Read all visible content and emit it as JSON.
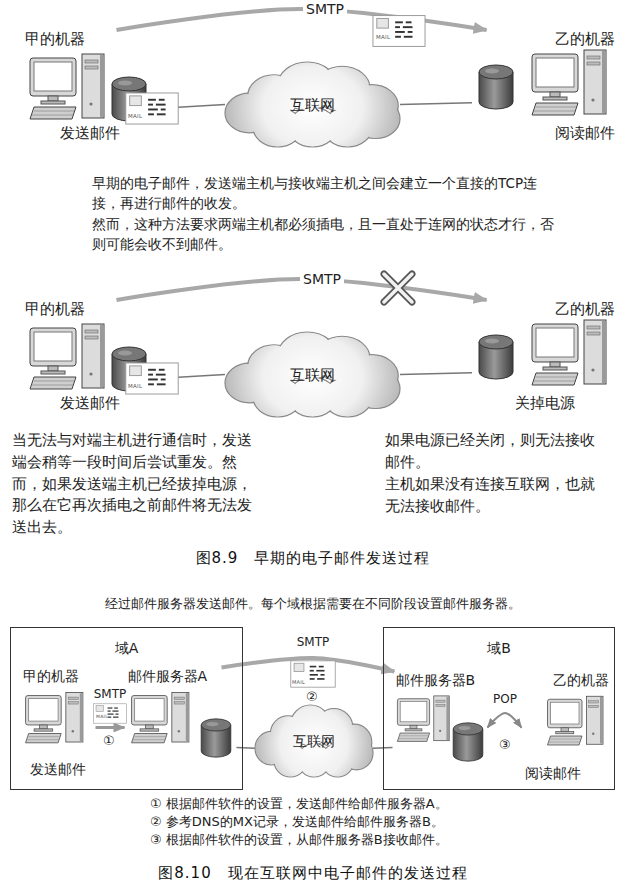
{
  "diagram": {
    "nodes": [
      {
        "text": [
          "甲的机器",
          "发送邮件"
        ]
      },
      {
        "text": [
          "互联网"
        ]
      },
      {
        "text": [
          "乙的机器",
          "阅读邮件"
        ]
      },
      {
        "text": [
          "甲的机器",
          "发送邮件"
        ]
      },
      {
        "text": [
          "互联网"
        ]
      },
      {
        "text": [
          "乙的机器",
          "关掉电源"
        ]
      },
      {
        "text": [
          "域A"
        ]
      },
      {
        "text": [
          "甲的机器",
          "发送邮件"
        ],
        "in": 6
      },
      {
        "text": [
          "邮件服务器A"
        ],
        "in": 6
      },
      {
        "text": [
          "互联网"
        ]
      },
      {
        "text": [
          "域B"
        ]
      },
      {
        "text": [
          "邮件服务器B"
        ],
        "in": 10
      },
      {
        "text": [
          "乙的机器",
          "阅读邮件"
        ],
        "in": 10
      }
    ],
    "edges": [
      {
        "from": 0,
        "to": 2,
        "label": "SMTP",
        "arrow": "to"
      },
      {
        "from": 0,
        "to": 1,
        "arrow": "none"
      },
      {
        "from": 1,
        "to": 2,
        "arrow": "none"
      },
      {
        "from": 3,
        "to": 5,
        "label": "SMTP",
        "arrow": "to"
      },
      {
        "from": 3,
        "to": 4,
        "arrow": "none"
      },
      {
        "from": 4,
        "to": 5,
        "arrow": "none"
      },
      {
        "from": 7,
        "to": 8,
        "label": "SMTP",
        "arrow": "to"
      },
      {
        "from": 8,
        "to": 11,
        "label": "SMTP",
        "arrow": "to"
      },
      {
        "from": 8,
        "to": 9,
        "arrow": "none"
      },
      {
        "from": 9,
        "to": 11,
        "arrow": "none"
      },
      {
        "from": 12,
        "to": 11,
        "label": "POP",
        "arrow": "both"
      }
    ],
    "labels": [
      "MAIL",
      "MAIL",
      "早期的电子邮件，发送端主机与接收端主机之间会建立一个直接的TCP连接，再进行邮件的收发。",
      "然而，这种方法要求两端主机都必须插电，且一直处于连网的状态才行，否则可能会收不到邮件。",
      "MAIL",
      "当无法与对端主机进行通信时，发送端会稍等一段时间后尝试重发。然而，如果发送端主机已经拔掉电源，那么在它再次插电之前邮件将无法发送出去。",
      "如果电源已经关闭，则无法接收邮件。",
      "主机如果没有连接互联网，也就无法接收邮件。",
      "图8.9　早期的电子邮件发送过程",
      "经过邮件服务器发送邮件。每个域根据需要在不同阶段设置邮件服务器。",
      "MAIL",
      "①",
      "MAIL",
      "②",
      "③",
      "① 根据邮件软件的设置，发送邮件给邮件服务器A。",
      "② 参考DNS的MX记录，发送邮件给邮件服务器B。",
      "③ 根据邮件软件的设置，从邮件服务器B接收邮件。",
      "图8.10　现在互联网中电子邮件的发送过程"
    ]
  }
}
